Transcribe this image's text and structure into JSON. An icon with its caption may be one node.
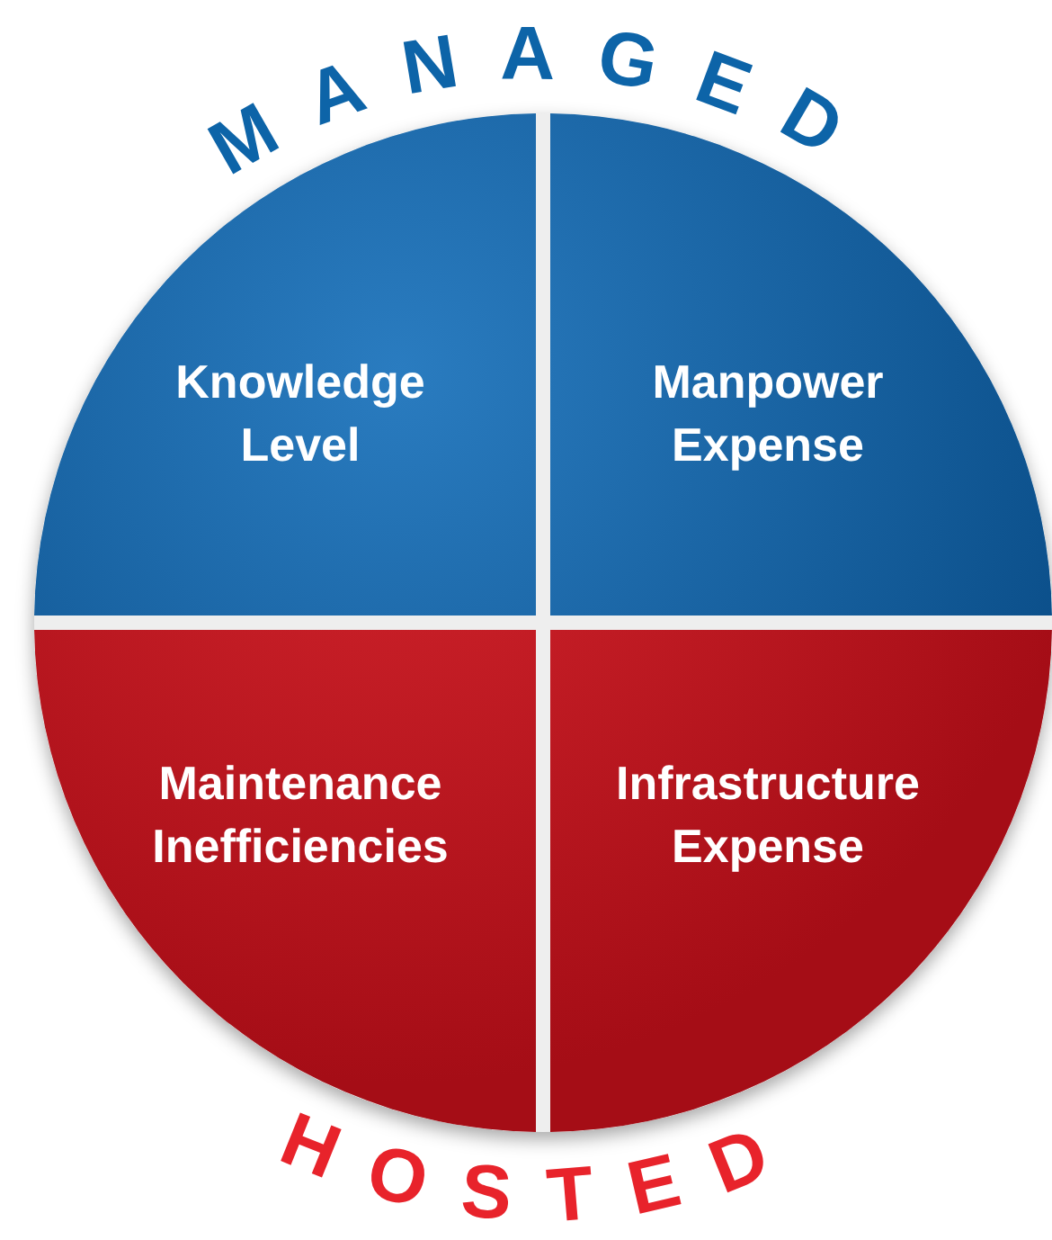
{
  "diagram": {
    "nodes": [
      {
        "text": [
          "Knowledge Level"
        ]
      },
      {
        "text": [
          "Manpower Expense"
        ]
      },
      {
        "text": [
          "Maintenance Inefficiencies"
        ]
      },
      {
        "text": [
          "Infrastructure Expense"
        ]
      }
    ],
    "labels": [
      "MANAGED",
      "HOSTED"
    ]
  }
}
